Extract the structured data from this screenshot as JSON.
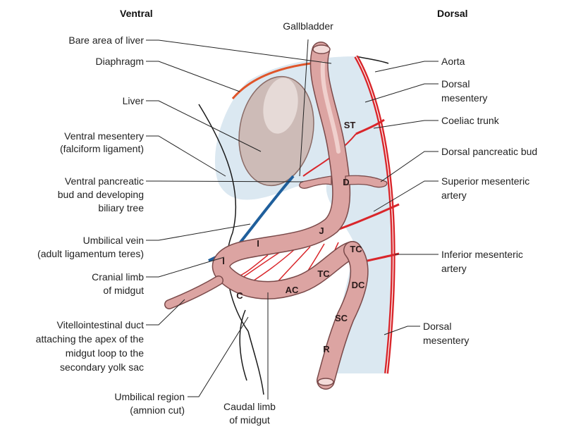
{
  "headings": {
    "ventral": "Ventral",
    "dorsal": "Dorsal"
  },
  "labels": {
    "bare_area_of_liver": "Bare area of liver",
    "diaphragm": "Diaphragm",
    "liver": "Liver",
    "ventral_mesentery_1": "Ventral mesentery",
    "ventral_mesentery_2": "(falciform ligament)",
    "ventral_pancreatic_1": "Ventral  pancreatic",
    "ventral_pancreatic_2": "bud and developing",
    "ventral_pancreatic_3": "biliary tree",
    "umbilical_vein_1": "Umbilical vein",
    "umbilical_vein_2": "(adult ligamentum teres)",
    "cranial_limb_1": "Cranial limb",
    "cranial_limb_2": "of midgut",
    "vitello_1": "Vitellointestinal duct",
    "vitello_2": "attaching the apex of the",
    "vitello_3": "midgut loop to the",
    "vitello_4": "secondary yolk sac",
    "umbilical_region_1": "Umbilical region",
    "umbilical_region_2": "(amnion cut)",
    "caudal_limb_1": "Caudal limb",
    "caudal_limb_2": "of midgut",
    "gallbladder": "Gallbladder",
    "aorta": "Aorta",
    "dorsal_mesentery_top_1": "Dorsal",
    "dorsal_mesentery_top_2": "mesentery",
    "coeliac_trunk": "Coeliac trunk",
    "dorsal_pancreatic_bud": "Dorsal pancreatic bud",
    "superior_mesenteric_1": "Superior mesenteric",
    "superior_mesenteric_2": "artery",
    "inferior_mesenteric_1": "Inferior mesenteric",
    "inferior_mesenteric_2": "artery",
    "dorsal_mesentery_bottom_1": "Dorsal",
    "dorsal_mesentery_bottom_2": "mesentery"
  },
  "segments": {
    "st": "ST",
    "d": "D",
    "j": "J",
    "i_upper": "I",
    "i_lower": "I",
    "c": "C",
    "ac": "AC",
    "tc_left": "TC",
    "tc_right": "TC",
    "dc": "DC",
    "sc": "SC",
    "r": "R"
  },
  "colors": {
    "gut_fill": "#dca4a2",
    "gut_stroke": "#7a4a4a",
    "gut_highlight": "#f0d0cd",
    "mesentery": "#dbe8f1",
    "artery": "#d9262b",
    "vein": "#1f5f9c",
    "liver": "#cdbbb7",
    "cord_line": "#1a1a1a"
  }
}
